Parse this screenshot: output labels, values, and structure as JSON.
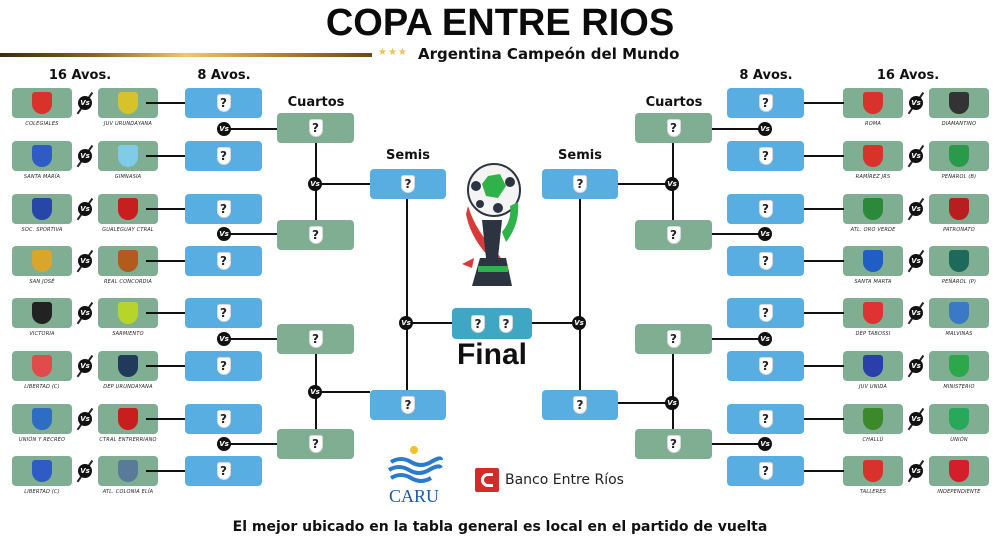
{
  "header": {
    "title": "COPA ENTRE RIOS",
    "stars": "★★★",
    "subtitle": "Argentina Campeón del Mundo"
  },
  "rounds": {
    "r32": "16 Avos.",
    "r16": "8 Avos.",
    "qf": "Cuartos",
    "sf": "Semis",
    "final": "Final"
  },
  "placeholder_glyph": "?",
  "vs_glyph": "Vs",
  "left_matches": [
    {
      "home": "COLEGIALES",
      "away": "JUV URUNDAYANA",
      "home_color": "#d9322b",
      "away_color": "#d6c22a"
    },
    {
      "home": "SANTA MARÍA",
      "away": "GIMNASIA",
      "home_color": "#2f5cc4",
      "away_color": "#7fcbe8"
    },
    {
      "home": "SOC. SPORTIVA",
      "away": "GUALEGUAY CTRAL",
      "home_color": "#2646a8",
      "away_color": "#c81e1e"
    },
    {
      "home": "SAN JOSÉ",
      "away": "REAL CONCORDIA",
      "home_color": "#d9a52a",
      "away_color": "#b35a1e"
    },
    {
      "home": "VICTORIA",
      "away": "SARMIENTO",
      "home_color": "#222222",
      "away_color": "#b7d42a"
    },
    {
      "home": "LIBERTAD (C)",
      "away": "DEP URUNDAYANA",
      "home_color": "#e24b4b",
      "away_color": "#1f3a5a"
    },
    {
      "home": "UNIÓN Y RECREO",
      "away": "CTRAL ENTRERRIANO",
      "home_color": "#2f6cc4",
      "away_color": "#c81e1e"
    },
    {
      "home": "LIBERTAD (C)",
      "away": "ATL. COLONIA ELÍA",
      "home_color": "#2f5cc4",
      "away_color": "#5a7a9a"
    }
  ],
  "right_matches": [
    {
      "home": "ROMA",
      "away": "DIAMANTINO",
      "home_color": "#d9322b",
      "away_color": "#333333"
    },
    {
      "home": "RAMÍREZ JRS",
      "away": "PEÑAROL (B)",
      "home_color": "#d9322b",
      "away_color": "#2a9a4a"
    },
    {
      "home": "ATL. ORO VERDE",
      "away": "PATRONATO",
      "home_color": "#2a8a3a",
      "away_color": "#b81e1e"
    },
    {
      "home": "SANTA MARTA",
      "away": "PEÑAROL (P)",
      "home_color": "#1f5ec4",
      "away_color": "#1e6a5a"
    },
    {
      "home": "DEP TABOSSI",
      "away": "MALVINAS",
      "home_color": "#e03232",
      "away_color": "#3a7ac4"
    },
    {
      "home": "JUV UNIDA",
      "away": "MINISTERIO",
      "home_color": "#2a3fa8",
      "away_color": "#2aa84a"
    },
    {
      "home": "CHALLÚ",
      "away": "UNIÓN",
      "home_color": "#3a8a2a",
      "away_color": "#2aa85a"
    },
    {
      "home": "TALLERES",
      "away": "INDEPENDIENTE",
      "home_color": "#d9322b",
      "away_color": "#d41e2a"
    }
  ],
  "sponsors": {
    "caru": "CARU",
    "banco": "Banco Entre Ríos"
  },
  "footer": {
    "note": "El mejor ubicado en la tabla general es local en el partido de vuelta"
  },
  "colors": {
    "green_box": "#7fae92",
    "blue_box": "#58aee0",
    "final_box": "#3fa7c4",
    "gold": "#e8c45a"
  }
}
